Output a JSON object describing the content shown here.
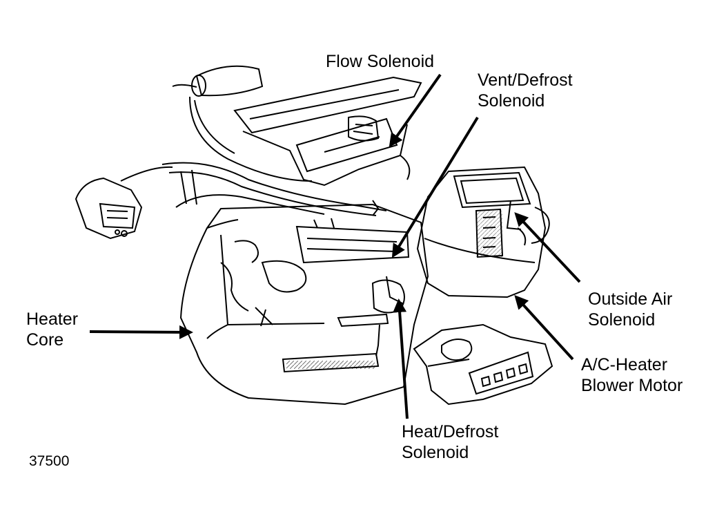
{
  "diagram": {
    "figure_id": "37500",
    "labels": {
      "flow_solenoid": "Flow Solenoid",
      "vent_defrost_1": "Vent/Defrost",
      "vent_defrost_2": "Solenoid",
      "heater_core_1": "Heater",
      "heater_core_2": "Core",
      "outside_air_1": "Outside Air",
      "outside_air_2": "Solenoid",
      "blower_1": "A/C-Heater",
      "blower_2": "Blower Motor",
      "heat_defrost_1": "Heat/Defrost",
      "heat_defrost_2": "Solenoid"
    }
  }
}
